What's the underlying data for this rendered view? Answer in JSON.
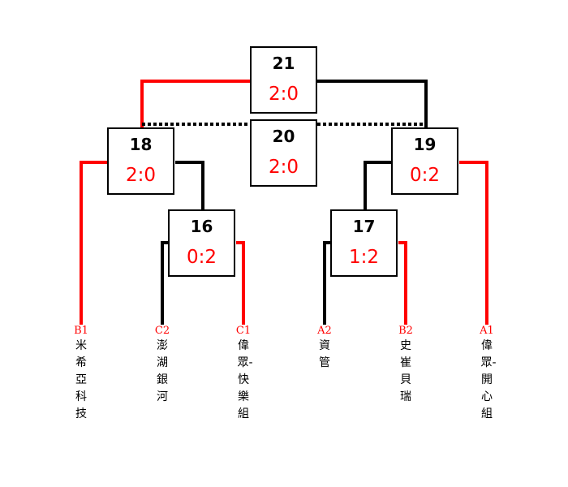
{
  "matches": [
    {
      "id": "21",
      "score": "2:0"
    },
    {
      "id": "20",
      "score": "2:0"
    },
    {
      "id": "18",
      "score": "2:0"
    },
    {
      "id": "19",
      "score": "0:2"
    },
    {
      "id": "16",
      "score": "0:2"
    },
    {
      "id": "17",
      "score": "1:2"
    }
  ],
  "teams": [
    {
      "code": "B1",
      "name": "米希亞科技"
    },
    {
      "code": "C2",
      "name": "澎湖銀河"
    },
    {
      "code": "C1",
      "name": "偉眾-快樂組"
    },
    {
      "code": "A2",
      "name": "資管"
    },
    {
      "code": "B2",
      "name": "史崔貝瑞"
    },
    {
      "code": "A1",
      "name": "偉眾-開心組"
    }
  ],
  "colors": {
    "winner_line": "#ff0000",
    "loser_line": "#000000",
    "score": "#ff0000"
  }
}
